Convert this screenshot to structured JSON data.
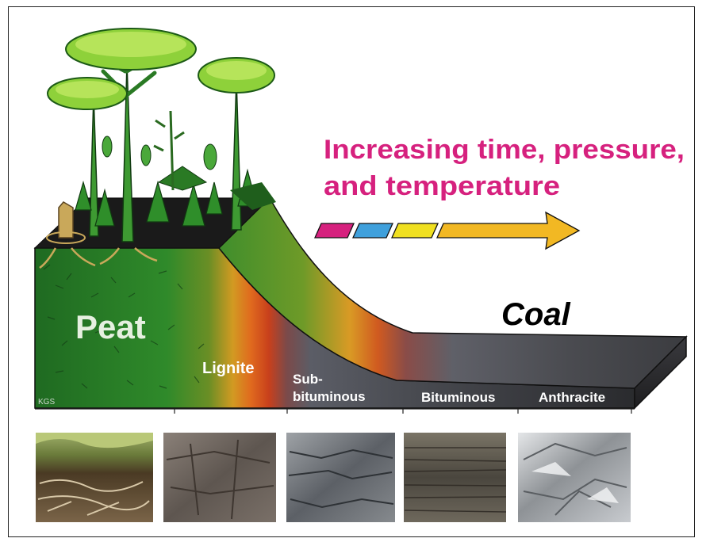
{
  "headline": {
    "line1": "Increasing time, pressure,",
    "line2": "and temperature",
    "color": "#d6217e"
  },
  "stages": {
    "peat": "Peat",
    "lignite": "Lignite",
    "subbituminous_1": "Sub-",
    "subbituminous_2": "bituminous",
    "bituminous": "Bituminous",
    "anthracite": "Anthracite"
  },
  "coal_label": "Coal",
  "credit": "KGS",
  "arrow_segment_colors": [
    "#d6217e",
    "#3fa0dc",
    "#f0e020",
    "#f2b823"
  ],
  "photos": [
    {
      "name": "peat-photo",
      "depicts": "peat"
    },
    {
      "name": "lignite-photo",
      "depicts": "lignite"
    },
    {
      "name": "subbituminous-photo",
      "depicts": "subbituminous"
    },
    {
      "name": "bituminous-photo",
      "depicts": "bituminous"
    },
    {
      "name": "anthracite-photo",
      "depicts": "anthracite"
    }
  ]
}
